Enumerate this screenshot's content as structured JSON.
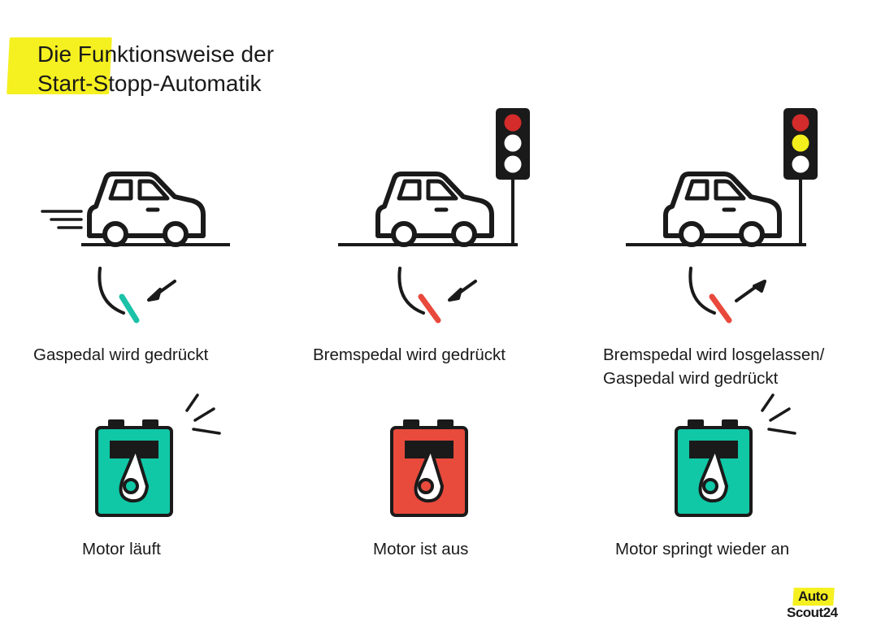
{
  "title": {
    "line1": "Die Funktionsweise der",
    "line2": "Start-Stopp-Automatik"
  },
  "panels": [
    {
      "pedal_caption": "Gaspedal wird gedrückt",
      "motor_caption": "Motor läuft",
      "traffic_light": "none",
      "pedal_color": "#1cc2a8",
      "pedal_arrow": "pressed",
      "motor_color": "#10c7a6",
      "motor_active": true
    },
    {
      "pedal_caption": "Bremspedal wird gedrückt",
      "motor_caption": "Motor ist aus",
      "traffic_light": "red",
      "pedal_color": "#e8493c",
      "pedal_arrow": "pressed",
      "motor_color": "#e84a3c",
      "motor_active": false
    },
    {
      "pedal_caption_line1": "Bremspedal wird losgelassen/",
      "pedal_caption_line2": "Gaspedal wird gedrückt",
      "motor_caption": "Motor springt wieder an",
      "traffic_light": "red-yellow",
      "pedal_color": "#e8493c",
      "pedal_arrow": "released",
      "motor_color": "#10c7a6",
      "motor_active": true
    }
  ],
  "colors": {
    "accent_yellow": "#f5f020",
    "light_red": "#d42b2b",
    "light_yellow": "#f2ef1d",
    "light_off": "#ffffff",
    "ink": "#1a1a1a"
  },
  "logo": {
    "line1": "Auto",
    "line2": "Scout24"
  }
}
